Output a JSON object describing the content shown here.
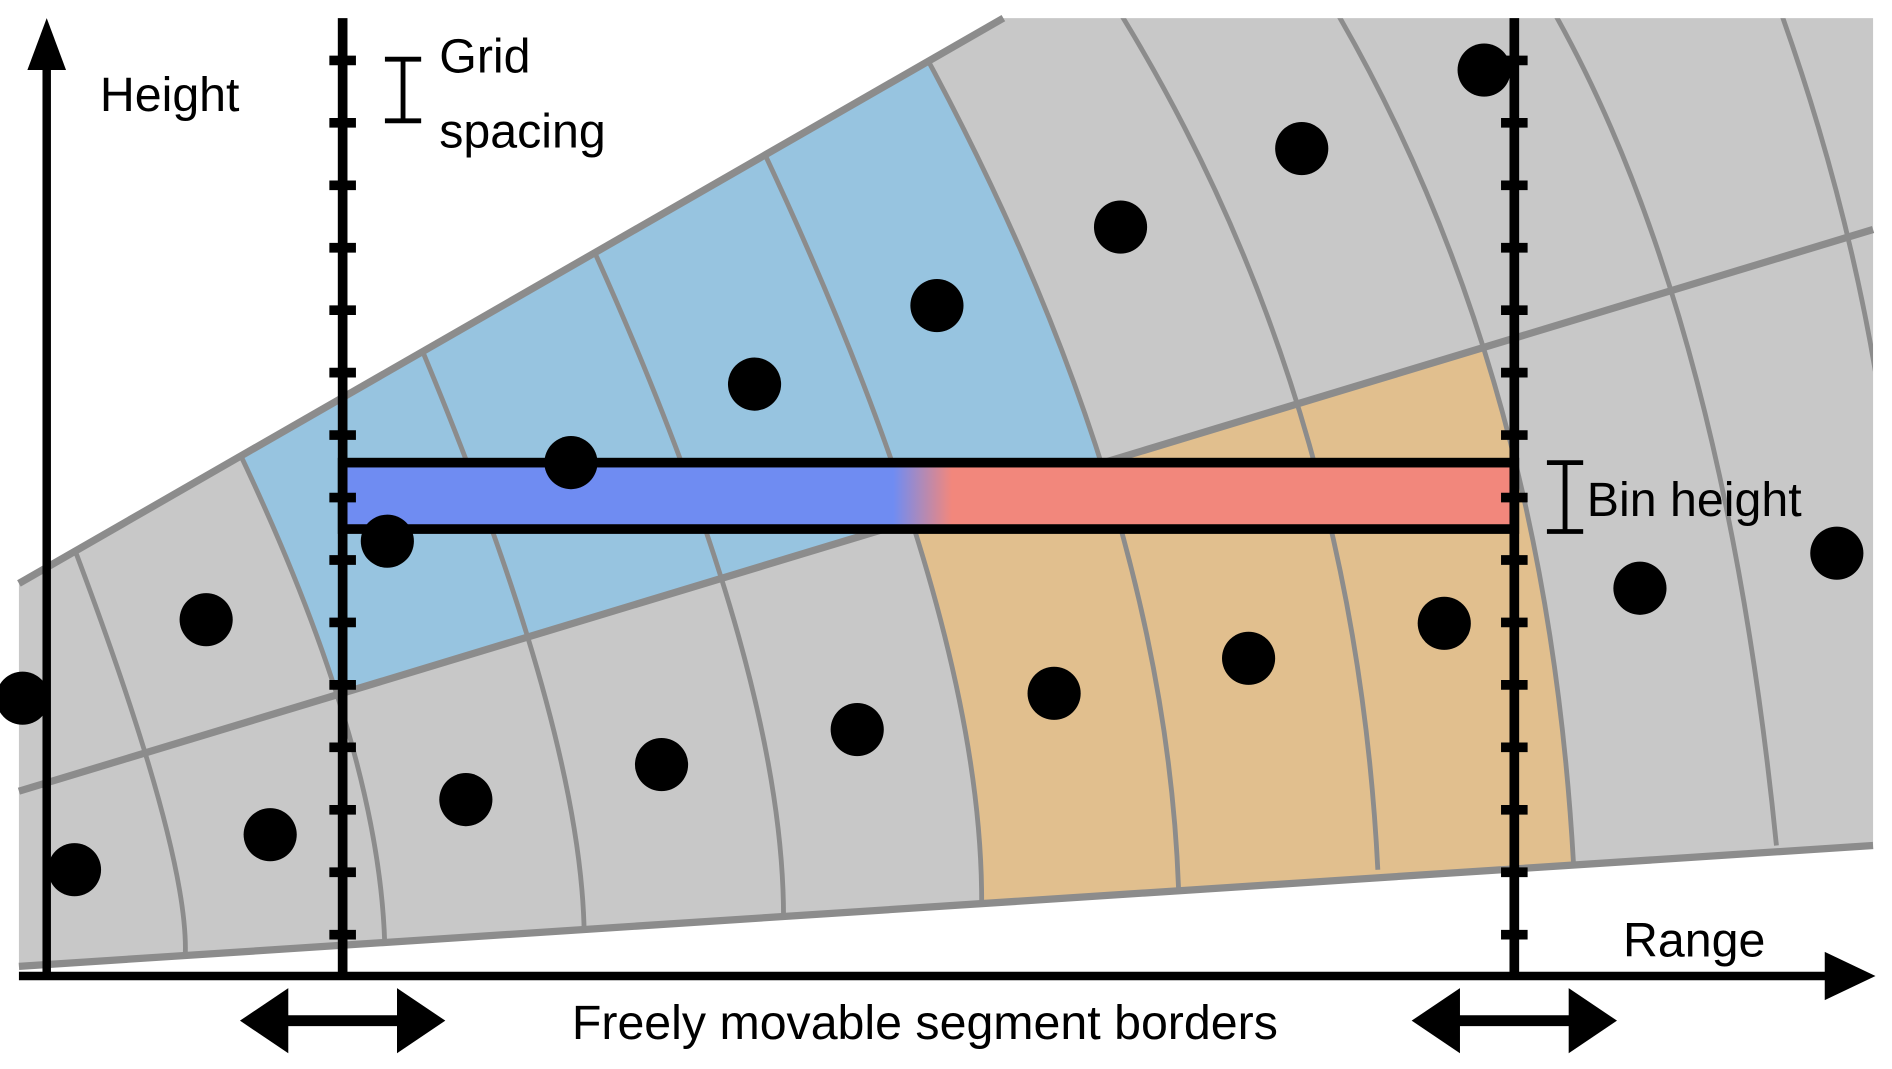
{
  "labels": {
    "y_axis": "Height",
    "x_axis": "Range",
    "grid_spacing_line1": "Grid",
    "grid_spacing_line2": "spacing",
    "bin_height": "Bin height",
    "segment_borders": "Freely movable segment borders"
  },
  "colors": {
    "wedge": "#c8c8c8",
    "grid_lines": "#8c8c8c",
    "blue_region": "#97c4e0",
    "orange_region": "#e1bf8e",
    "bin_left": "#6f8cf2",
    "bin_right": "#f2877c",
    "ink": "#000000"
  }
}
